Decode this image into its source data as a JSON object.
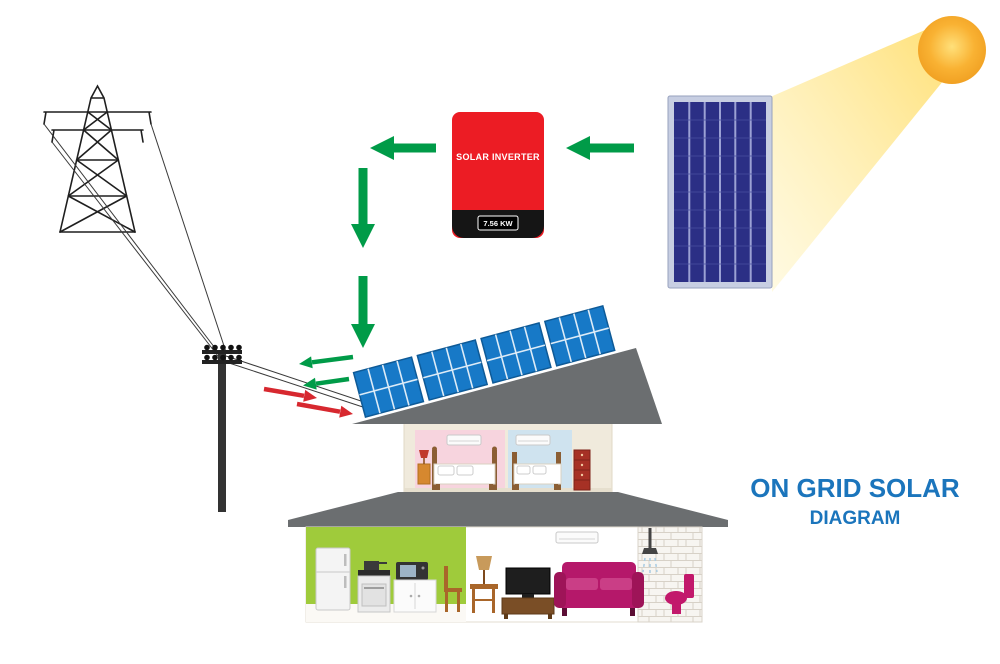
{
  "diagram_title": {
    "line1": "ON GRID SOLAR",
    "line2": "DIAGRAM"
  },
  "inverter": {
    "label": "SOLAR INVERTER",
    "power_rating": "7.56 KW"
  },
  "components": [
    "sun-icon",
    "sun-beam",
    "solar-panel-icon",
    "solar-inverter",
    "transmission-tower-icon",
    "utility-pole-icon",
    "power-lines",
    "house-icon",
    "rooftop-solar-panels",
    "bedroom-pink",
    "bedroom-blue",
    "kitchen",
    "living-room",
    "bathroom"
  ],
  "arrows": [
    {
      "name": "panel-to-inverter",
      "color": "green",
      "direction": "left"
    },
    {
      "name": "inverter-to-grid",
      "color": "green",
      "direction": "left"
    },
    {
      "name": "inverter-down-1",
      "color": "green",
      "direction": "down"
    },
    {
      "name": "inverter-down-2",
      "color": "green",
      "direction": "down"
    },
    {
      "name": "house-export-1",
      "color": "green",
      "direction": "to-pole"
    },
    {
      "name": "house-export-2",
      "color": "green",
      "direction": "to-pole"
    },
    {
      "name": "grid-import-1",
      "color": "red",
      "direction": "to-house"
    },
    {
      "name": "grid-import-2",
      "color": "red",
      "direction": "to-house"
    }
  ],
  "colors": {
    "accent_green": "#009B48",
    "arrow_red": "#D7282F",
    "title_blue": "#1B75BC",
    "inverter_red": "#EC1C24",
    "inverter_base": "#151515",
    "panel_cell_blue": "#2B2F85",
    "panel_frame": "#C7CEE2",
    "rooftop_panel_blue": "#1779C7",
    "roof_gray": "#6B6E70",
    "sun_orange": "#F9B233",
    "beam_yellow": "#FFE88F",
    "kitchen_wall_green": "#9FCB3B",
    "bedroom_pink": "#F7D4DE",
    "bedroom_blue": "#CFE3EF",
    "sofa_magenta": "#B5186A"
  }
}
